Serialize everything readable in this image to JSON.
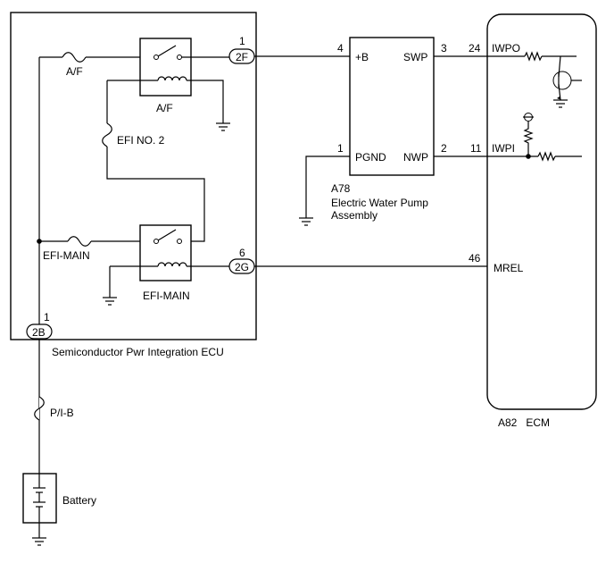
{
  "components": {
    "ecu_label": "Semiconductor Pwr Integration ECU",
    "pump_id": "A78",
    "pump_name_line1": "Electric Water Pump",
    "pump_name_line2": "Assembly",
    "ecm_label": "A82   ECM",
    "battery_label": "Battery"
  },
  "fuses": {
    "af": "A/F",
    "efi_no2": "EFI NO. 2",
    "efi_main": "EFI-MAIN",
    "pib": "P/I-B"
  },
  "relays": {
    "af": "A/F",
    "efi_main": "EFI-MAIN"
  },
  "connectors": {
    "c2f": {
      "pin": "1",
      "label": "2F"
    },
    "c2g": {
      "pin": "6",
      "label": "2G"
    },
    "c2b": {
      "pin": "1",
      "label": "2B"
    }
  },
  "pump_pins": {
    "plus_b": {
      "num": "4",
      "name": "+B"
    },
    "pgnd": {
      "num": "1",
      "name": "PGND"
    },
    "swp": {
      "num": "3",
      "name": "SWP"
    },
    "nwp": {
      "num": "2",
      "name": "NWP"
    }
  },
  "ecm_pins": {
    "iwpo": {
      "num": "24",
      "name": "IWPO"
    },
    "iwpi": {
      "num": "11",
      "name": "IWPI"
    },
    "mrel": {
      "num": "46",
      "name": "MREL"
    }
  }
}
